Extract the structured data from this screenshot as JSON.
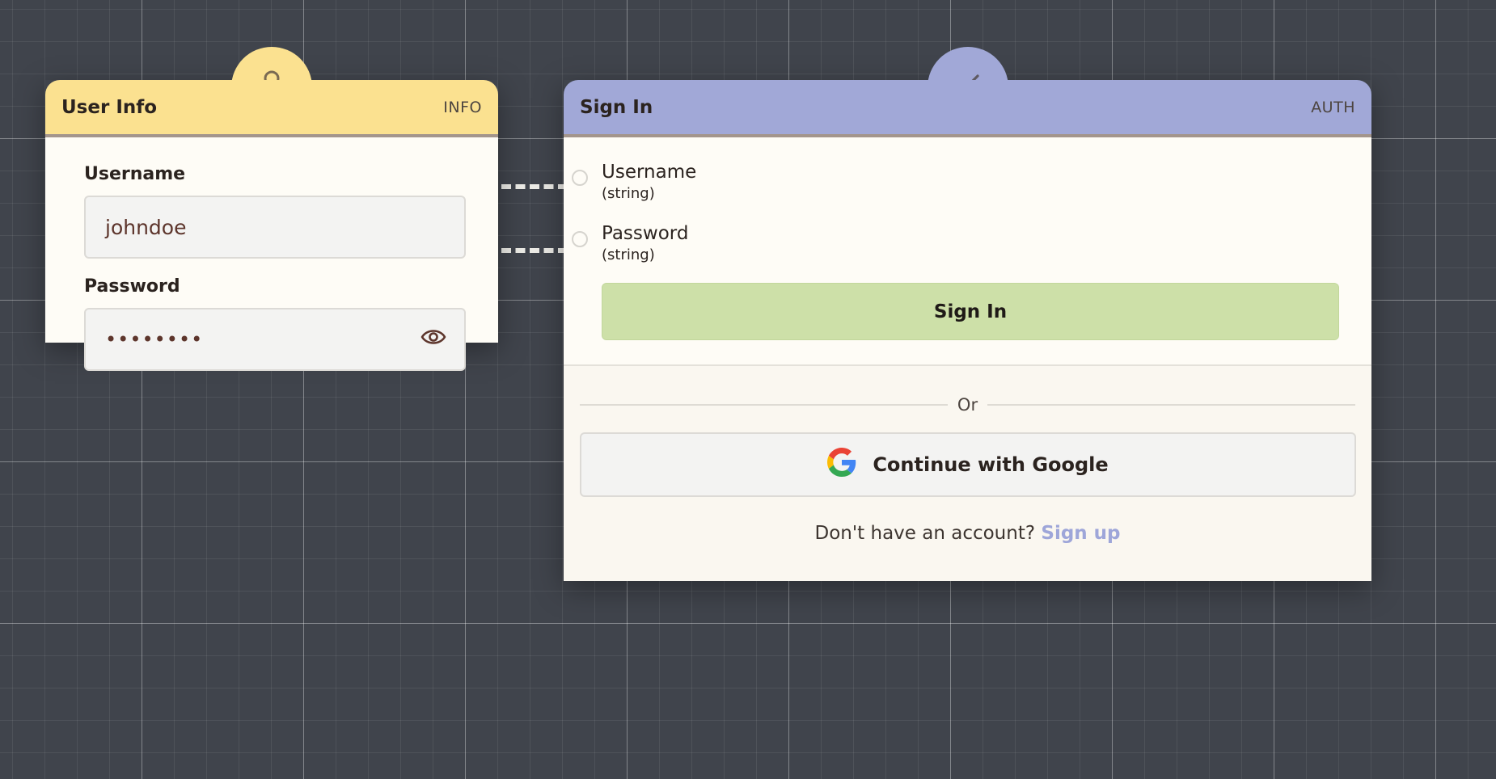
{
  "colors": {
    "canvas_bg": "#40444c",
    "info_header": "#fbe190",
    "auth_header": "#a1a8d7",
    "signin_button": "#cde0a8",
    "signup_link": "#9ea6d9"
  },
  "user_info_node": {
    "icon": "user-icon",
    "title": "User Info",
    "type": "INFO",
    "username_label": "Username",
    "username_value": "johndoe",
    "password_label": "Password",
    "password_value": "••••••••",
    "visibility_icon": "eye-icon"
  },
  "sign_in_node": {
    "icon": "key-icon",
    "title": "Sign In",
    "type": "AUTH",
    "ports": [
      {
        "name": "Username",
        "type": "(string)"
      },
      {
        "name": "Password",
        "type": "(string)"
      }
    ],
    "submit_label": "Sign In",
    "divider_text": "Or",
    "google_icon": "google-icon",
    "google_label": "Continue with Google",
    "footer_text": "Don't have an account?",
    "signup_label": "Sign up"
  }
}
